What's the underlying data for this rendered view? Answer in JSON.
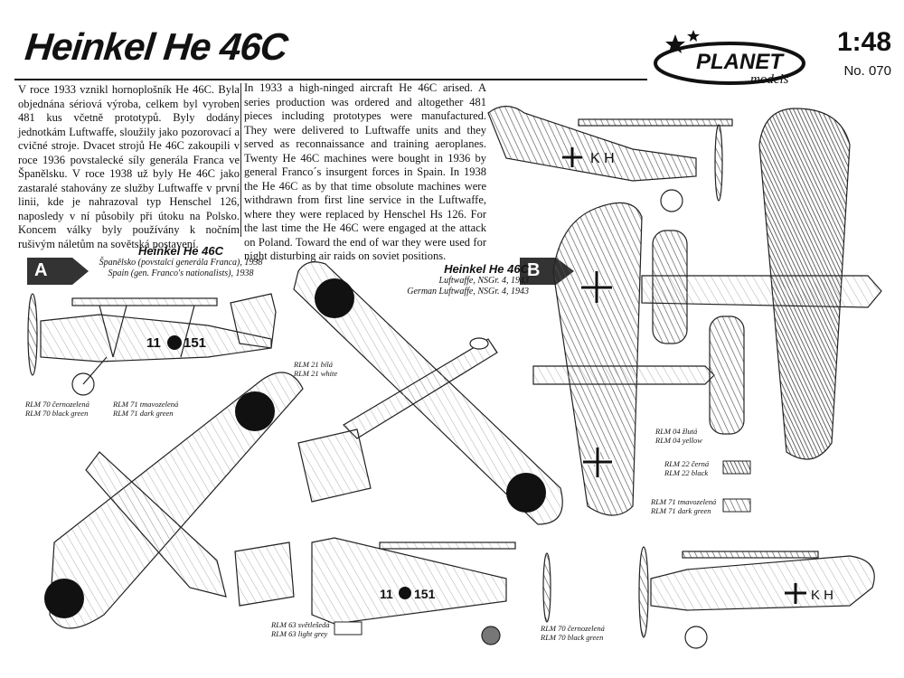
{
  "header": {
    "title": "Heinkel He 46C",
    "scale": "1:48",
    "catalog_no": "No. 070",
    "logo_text": "PLANET",
    "logo_sub": "models"
  },
  "text": {
    "czech": "V roce 1933 vznikl hornoplošník He 46C. Byla objednána sériová výroba, celkem byl vyroben 481 kus včetně prototypů. Byly dodány jednotkám Luftwaffe, sloužily jako pozorovací a cvičné stroje. Dvacet strojů He 46C zakoupili v roce 1936 povstalecké síly generála Franca ve Španělsku. V roce 1938 už byly He 46C jako zastaralé stahovány ze služby Luftwaffe v první linii, kde je nahrazoval typ Henschel 126, naposledy v ní působily při útoku na Polsko. Koncem války byly používány k nočním rušivým náletům na sovětská postavení.",
    "english": "In 1933 a high-ninged aircraft He 46C arised. A series production was ordered and altogether 481 pieces including prototypes were manufactured. They were delivered to Luftwaffe units and they served as reconnaissance and training aeroplanes. Twenty He 46C machines were bought in 1936 by general Franco´s insurgent forces in Spain. In 1938 the He 46C as by that time obsolute machines were withdrawn from first line service in the Luftwaffe, where they were replaced by Henschel Hs 126. For the last time the He 46C were engaged at the attack on Poland. Toward the end of war they were used for night disturbing air raids on soviet positions."
  },
  "variant_a": {
    "badge": "A",
    "title": "Heinkel He 46C",
    "line1": "Španělsko (povstalcí generála Franca), 1938",
    "line2": "Spain (gen. Franco's nationalists), 1938",
    "code_left": "11",
    "code_right": "151"
  },
  "variant_b": {
    "badge": "B",
    "title": "Heinkel He 46C",
    "line1": "Luftwaffe, NSGr. 4, 1943",
    "line2": "German Luftwaffe, NSGr. 4, 1943",
    "code": "K H"
  },
  "labels": {
    "rlm21_cz": "RLM 21 bílá",
    "rlm21_en": "RLM 21 white",
    "rlm70_cz": "RLM 70 černozelená",
    "rlm70_en": "RLM 70 black green",
    "rlm71_cz": "RLM 71 tmavozelená",
    "rlm71_en": "RLM 71 dark green",
    "rlm04_cz": "RLM 04 žlutá",
    "rlm04_en": "RLM 04 yellow",
    "rlm22_cz": "RLM 22 černá",
    "rlm22_en": "RLM 22 black",
    "rlm71b_cz": "RLM 71 tmavozelená",
    "rlm71b_en": "RLM 71 dark green",
    "rlm63_cz": "RLM 63 světlešedá",
    "rlm63_en": "RLM 63 light grey",
    "rlm70b_cz": "RLM 70 černozelená",
    "rlm70b_en": "RLM 70 black green"
  },
  "colors": {
    "black_green": "#3a3a3a",
    "dark_green": "#6b6b6b",
    "light_grey": "#d9d9d9",
    "white": "#ffffff"
  }
}
